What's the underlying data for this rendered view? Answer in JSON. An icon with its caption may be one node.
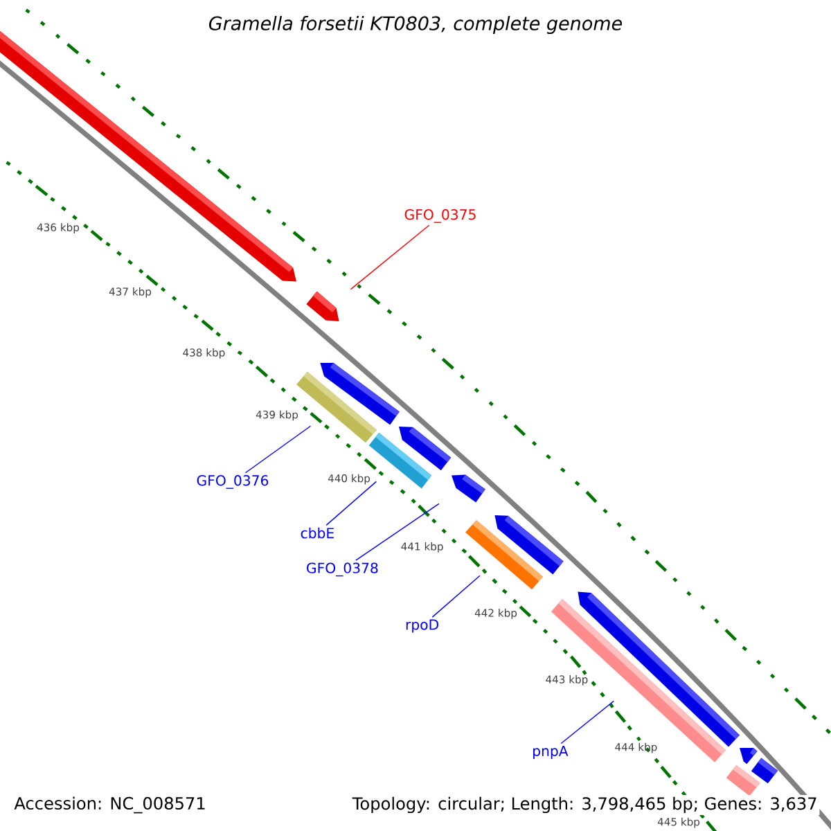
{
  "diagram": {
    "title": "*Gramella forsetii KT0803, complete genome*",
    "nodes": [
      {
        "text": [],
        "shape": "pentagon"
      },
      {
        "text": [],
        "shape": "pentagon"
      },
      {
        "text": [],
        "shape": "pentagon"
      },
      {
        "text": [],
        "shape": "bar"
      },
      {
        "text": [],
        "shape": "bar"
      },
      {
        "text": [],
        "shape": "pentagon"
      },
      {
        "text": [],
        "shape": "pentagon"
      },
      {
        "text": [],
        "shape": "bar"
      },
      {
        "text": [],
        "shape": "pentagon"
      },
      {
        "text": [],
        "shape": "bar"
      },
      {
        "text": [],
        "shape": "pentagon"
      },
      {
        "text": [],
        "shape": "pentagon"
      },
      {
        "text": [],
        "shape": "bar"
      },
      {
        "text": [],
        "shape": "bar"
      },
      {
        "text": [
          "GFO_0375"
        ]
      },
      {
        "text": [
          "GFO_0376"
        ]
      },
      {
        "text": [
          "cbbE"
        ]
      },
      {
        "text": [
          "GFO_0378"
        ]
      },
      {
        "text": [
          "rpoD"
        ]
      },
      {
        "text": [
          "pnpA"
        ]
      }
    ],
    "edges": [
      {
        "from": 14,
        "to": 1,
        "arrow": "none",
        "color": "#ff0000"
      },
      {
        "from": 15,
        "to": 3,
        "arrow": "none"
      },
      {
        "from": 16,
        "to": 4,
        "arrow": "none"
      },
      {
        "from": 17,
        "to": 6,
        "arrow": "none"
      },
      {
        "from": 18,
        "to": 7,
        "arrow": "none"
      },
      {
        "from": 19,
        "to": 9,
        "arrow": "none"
      }
    ],
    "labels": [
      "436 kbp",
      "437 kbp",
      "438 kbp",
      "439 kbp",
      "440 kbp",
      "441 kbp",
      "442 kbp",
      "443 kbp",
      "444 kbp",
      "445 kbp",
      "Accession: NC_008571",
      "Topology: circular; Length: 3,798,465 bp; Genes: 3,637"
    ]
  }
}
